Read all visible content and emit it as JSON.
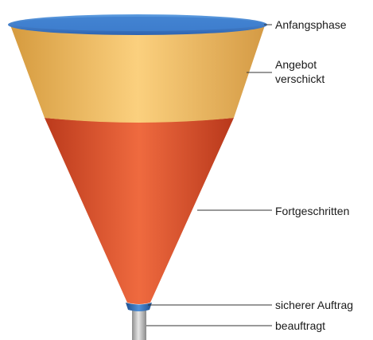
{
  "funnel": {
    "stages": [
      {
        "label": "Anfangsphase",
        "color": "#3d78c7"
      },
      {
        "label": "Angebot\nverschickt",
        "color": "#e8b25c"
      },
      {
        "label": "Fortgeschritten",
        "color": "#d8552e"
      },
      {
        "label": "sicherer Auftrag",
        "color": "#3a72b8"
      },
      {
        "label": "beauftragt",
        "color": "#b9b9b9"
      }
    ]
  }
}
